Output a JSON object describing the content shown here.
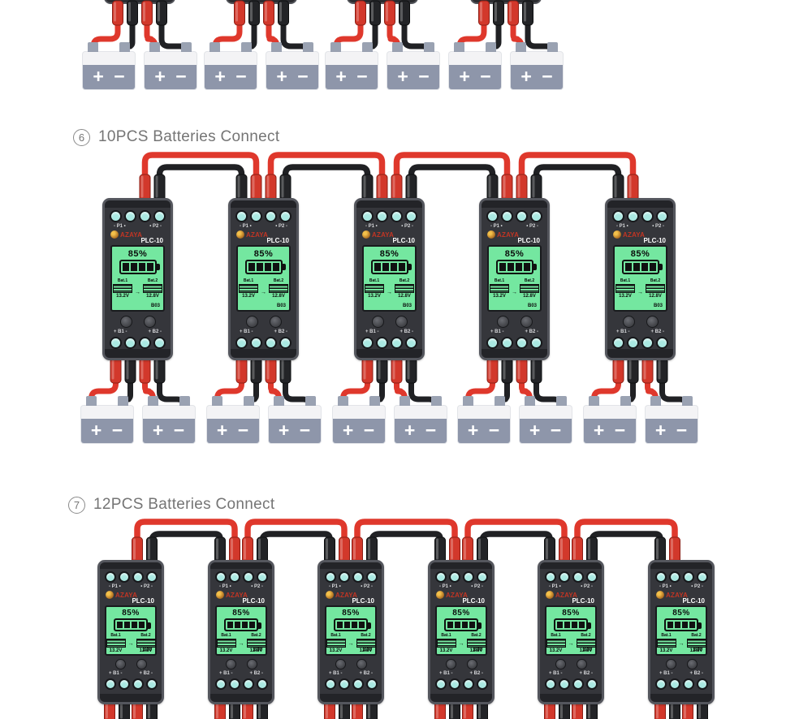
{
  "headers": {
    "s6": {
      "number": "6",
      "title": "10PCS Batteries Connect"
    },
    "s7": {
      "number": "7",
      "title": "12PCS Batteries Connect"
    }
  },
  "sections": [
    {
      "key": "s5",
      "visible": "partial bottom only",
      "devices_visible": 4,
      "batteries_visible": 8
    },
    {
      "key": "s6",
      "label": "10PCS Batteries Connect",
      "devices_visible": 5,
      "batteries_visible": 10
    },
    {
      "key": "s7",
      "label": "12PCS Batteries Connect",
      "devices_visible": 6,
      "batteries_visible": 0
    }
  ],
  "device": {
    "brand": "AZAYA",
    "model": "PLC-10",
    "port_left": "- P1 •",
    "port_right": "• P2 -",
    "screen": {
      "percent": "85%",
      "bat1_label": "Bat.1",
      "bat2_label": "Bat.2",
      "bat1_voltage": "13.2V",
      "bat2_voltage": "12.8V",
      "arrow": "→",
      "code": "B03"
    },
    "bottom_left": "+ B1 -",
    "bottom_right": "+ B2 -"
  },
  "battery": {
    "plus": "+",
    "minus": "−"
  },
  "colors": {
    "wire_red": "#df382c",
    "wire_black": "#202124",
    "connector_red": "#d2382b",
    "connector_black": "#232427",
    "screen_green": "#74e7a0",
    "terminal_cyan": "#a9e9e2",
    "device_body": "#35363b",
    "device_border": "#54565d",
    "device_cap": "#232428",
    "battery_body": "#f3f3f5",
    "battery_band": "#8e96aa",
    "battery_post": "#9aa2b2",
    "header_text": "#757575",
    "brand_red": "#c23524",
    "logo_gold": "#d99a2b"
  }
}
